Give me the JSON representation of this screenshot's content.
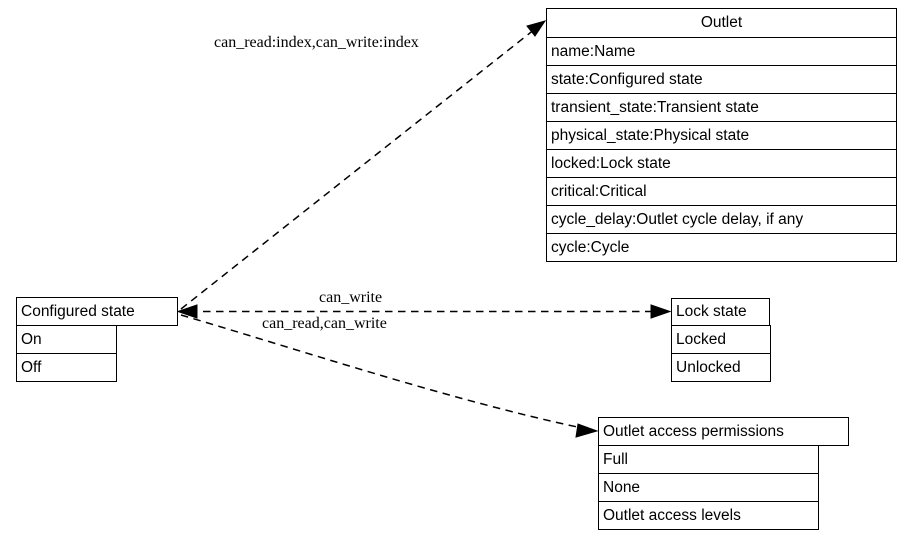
{
  "diagram": {
    "type": "uml-class-relationship-diagram",
    "nodes": [
      {
        "id": "outlet",
        "title": "Outlet",
        "attributes": [
          "name:Name",
          "state:Configured state",
          "transient_state:Transient state",
          "physical_state:Physical state",
          "locked:Lock state",
          "critical:Critical",
          "cycle_delay:Outlet cycle delay, if any",
          "cycle:Cycle"
        ]
      },
      {
        "id": "configured-state",
        "title": "Configured state",
        "attributes": [
          "On",
          "Off"
        ]
      },
      {
        "id": "lock-state",
        "title": "Lock state",
        "attributes": [
          "Locked",
          "Unlocked"
        ]
      },
      {
        "id": "outlet-access-permissions",
        "title": "Outlet access permissions",
        "attributes": [
          "Full",
          "None",
          "Outlet access levels"
        ]
      }
    ],
    "edges": [
      {
        "id": "edge-outlet",
        "from": "configured-state",
        "to": "outlet",
        "label": "can_read:index,can_write:index",
        "style": "dashed",
        "arrow": "to"
      },
      {
        "id": "edge-lock-state",
        "from": "configured-state",
        "to": "lock-state",
        "label": "can_write",
        "style": "dashed",
        "arrow": "both"
      },
      {
        "id": "edge-access-permissions",
        "from": "configured-state",
        "to": "outlet-access-permissions",
        "label": "can_read,can_write",
        "style": "dashed",
        "arrow": "to"
      }
    ],
    "colors": {
      "background": "#ffffff",
      "stroke": "#000000",
      "text": "#000000"
    }
  }
}
